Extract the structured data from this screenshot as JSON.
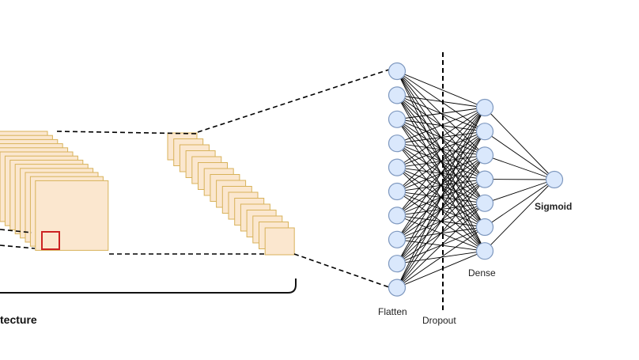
{
  "labels": {
    "architecture": "tecture",
    "flatten": "Flatten",
    "dropout": "Dropout",
    "dense": "Dense",
    "sigmoid": "Sigmoid"
  },
  "network": {
    "flatten_neurons": 10,
    "dense_neurons": 7,
    "output_neurons": 1
  },
  "colors": {
    "feature_map_fill": "#fbe7cf",
    "feature_map_stroke": "#d8b25a",
    "kernel_stroke": "#cc2222",
    "neuron_fill": "#dae8fc",
    "neuron_stroke": "#7e98bf",
    "line": "#000000"
  }
}
